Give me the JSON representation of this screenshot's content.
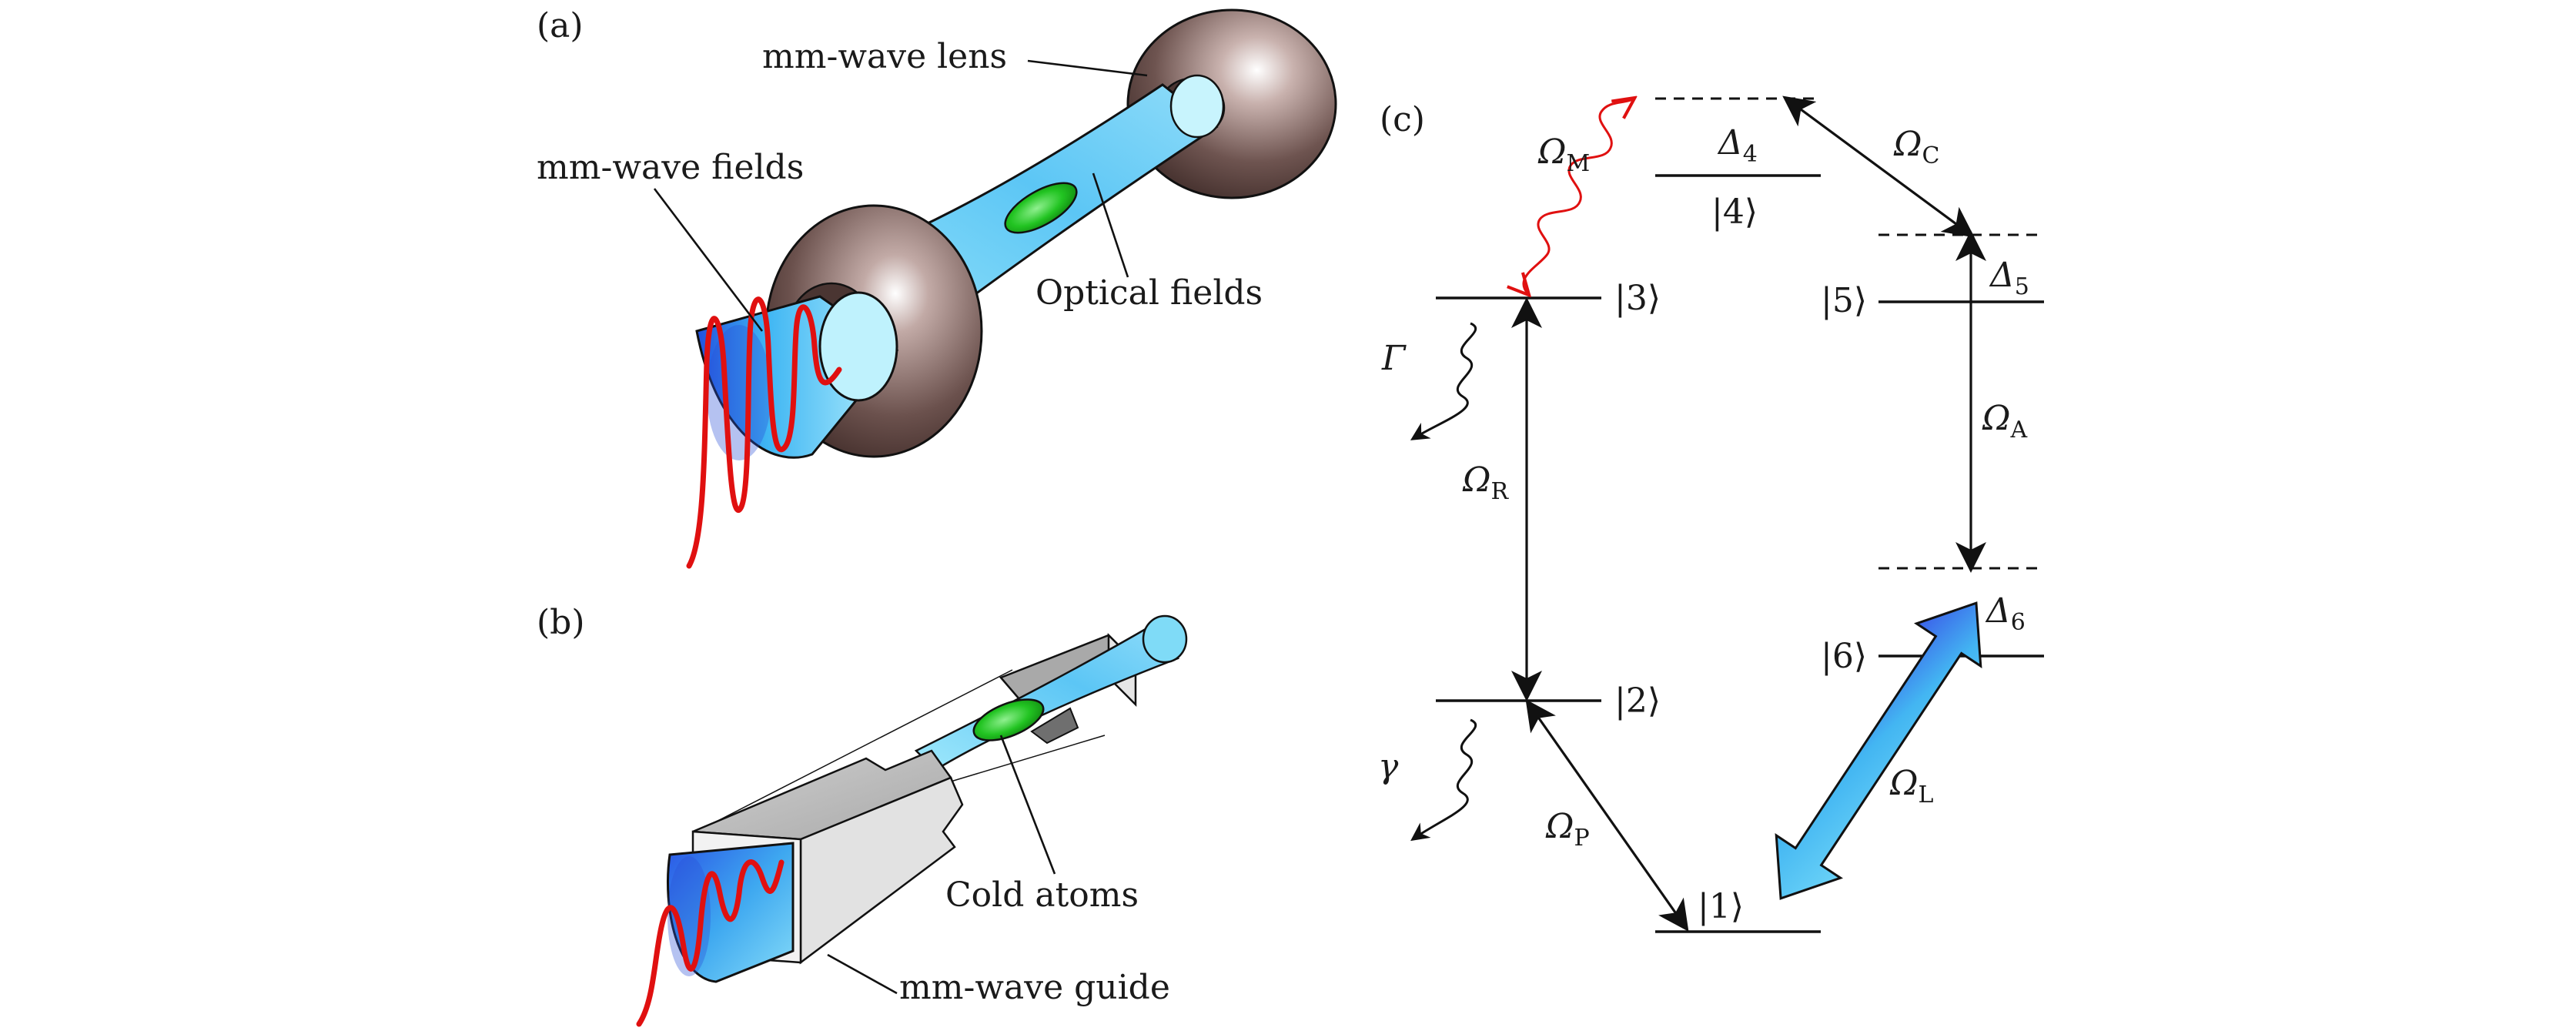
{
  "panels": {
    "a": {
      "label": "(a)",
      "callouts": {
        "lens": "mm-wave lens",
        "mm_fields": "mm-wave fields",
        "optical": "Optical fields"
      }
    },
    "b": {
      "label": "(b)",
      "callouts": {
        "atoms": "Cold atoms",
        "guide": "mm-wave guide"
      }
    },
    "c": {
      "label": "(c)",
      "levels": {
        "l1": "|1⟩",
        "l2": "|2⟩",
        "l3": "|3⟩",
        "l4": "|4⟩",
        "l5": "|5⟩",
        "l6": "|6⟩"
      },
      "couplings": {
        "M": {
          "symbol": "Ω",
          "sub": "M"
        },
        "C": {
          "symbol": "Ω",
          "sub": "C"
        },
        "R": {
          "symbol": "Ω",
          "sub": "R"
        },
        "A": {
          "symbol": "Ω",
          "sub": "A"
        },
        "P": {
          "symbol": "Ω",
          "sub": "P"
        },
        "L": {
          "symbol": "Ω",
          "sub": "L"
        }
      },
      "detunings": {
        "d4": {
          "symbol": "Δ",
          "sub": "4"
        },
        "d5": {
          "symbol": "Δ",
          "sub": "5"
        },
        "d6": {
          "symbol": "Δ",
          "sub": "6"
        }
      },
      "decays": {
        "Gamma": "Γ",
        "gamma": "γ"
      }
    }
  },
  "colors": {
    "mm_wave": "#e01010",
    "beam_light": "#a8ecfb",
    "beam_dark": "#2b5be8",
    "atoms": "#22c422",
    "lens": "#6e5450",
    "guide": "#dcdcdc"
  }
}
